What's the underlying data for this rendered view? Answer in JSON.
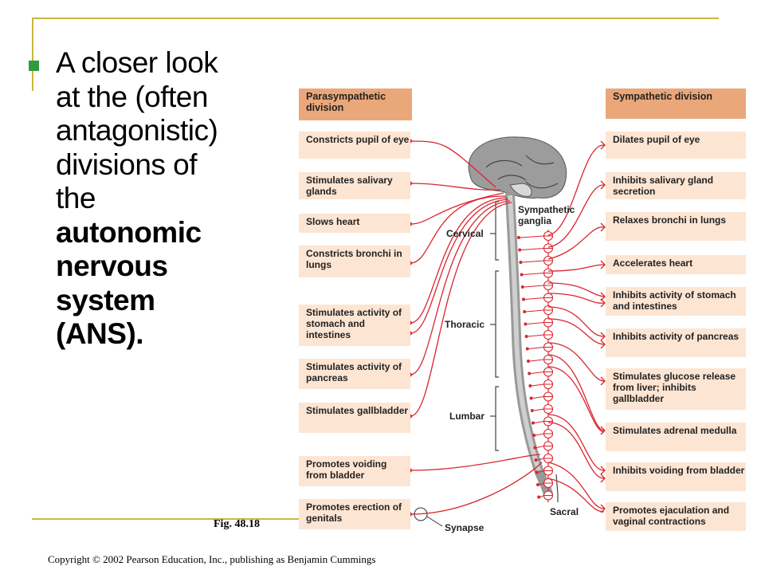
{
  "slide": {
    "bullet_lines": [
      "A closer look",
      "at the (often",
      "antagonistic)",
      "divisions of",
      "the"
    ],
    "bullet_bold_lines": [
      "autonomic",
      "nervous",
      "system",
      "(ANS)."
    ],
    "fig_label": "Fig. 48.18",
    "copyright": "Copyright © 2002 Pearson Education, Inc., publishing as Benjamin Cummings"
  },
  "diagram": {
    "para_header": "Parasympathetic division",
    "symp_header": "Sympathetic division",
    "para_effects": [
      "Constricts pupil of eye",
      "Stimulates salivary glands",
      "Slows heart",
      "Constricts bronchi in lungs",
      "Stimulates activity of stomach and intestines",
      "Stimulates activity of pancreas",
      "Stimulates gallbladder",
      "Promotes voiding from bladder",
      "Promotes erection of genitals"
    ],
    "symp_effects": [
      "Dilates pupil of eye",
      "Inhibits salivary gland secretion",
      "Relaxes bronchi in lungs",
      "Accelerates heart",
      "Inhibits activity of stomach and intestines",
      "Inhibits activity of pancreas",
      "Stimulates glucose release from liver; inhibits gallbladder",
      "Stimulates adrenal medulla",
      "Inhibits voiding from bladder",
      "Promotes ejaculation and vaginal contractions"
    ],
    "regions": {
      "cervical": "Cervical",
      "thoracic": "Thoracic",
      "lumbar": "Lumbar",
      "sacral": "Sacral"
    },
    "ganglia_label": "Sympathetic ganglia",
    "synapse_label": "Synapse",
    "colors": {
      "nerve": "#d9252e",
      "box": "#fde5d3",
      "header": "#eaa77a",
      "spine": "#bdbdbd"
    }
  }
}
